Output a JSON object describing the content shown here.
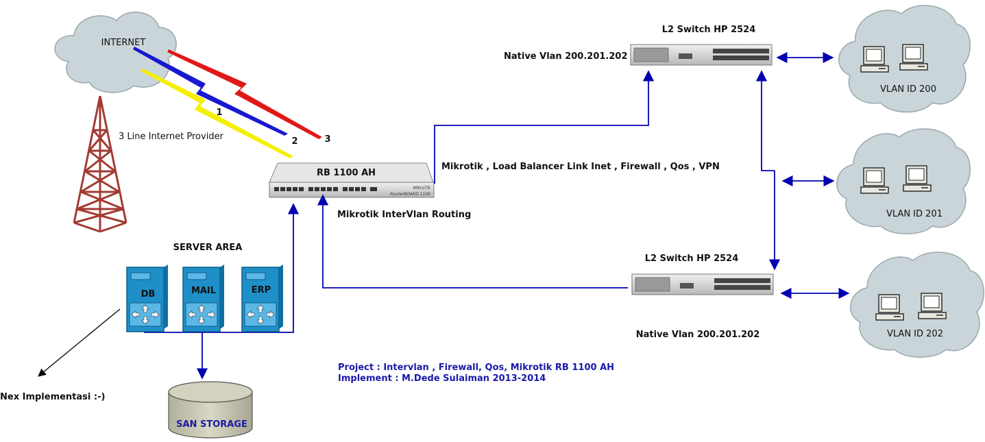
{
  "internet": {
    "label": "INTERNET"
  },
  "provider": {
    "label": "3 Line Internet Provider",
    "lines": [
      "1",
      "2",
      "3"
    ]
  },
  "router": {
    "name": "RB 1100 AH",
    "brand_small": "MikroTik",
    "model_small": "RouterBOARD 1100",
    "role_label": "Mikrotik , Load Balancer Link Inet , Firewall , Qos , VPN",
    "routing_label": "Mikrotik InterVlan Routing"
  },
  "switches": [
    {
      "title": "L2 Switch HP 2524",
      "native_vlan": "Native Vlan 200.201.202"
    },
    {
      "title": "L2 Switch HP 2524",
      "native_vlan": "Native Vlan 200.201.202"
    }
  ],
  "vlans": [
    {
      "label": "VLAN ID 200"
    },
    {
      "label": "VLAN ID 201"
    },
    {
      "label": "VLAN ID 202"
    }
  ],
  "server_area": {
    "title": "SERVER AREA",
    "servers": [
      {
        "label": "DB"
      },
      {
        "label": "MAIL"
      },
      {
        "label": "ERP"
      }
    ]
  },
  "storage": {
    "label": "SAN STORAGE"
  },
  "next": {
    "label": "Nex Implementasi :-)"
  },
  "project": {
    "line1": "Project : Intervlan , Firewall, Qos, Mikrotik RB 1100 AH",
    "line2": "Implement : M.Dede Sulaiman 2013-2014"
  },
  "colors": {
    "link_blue": "#0000b0",
    "cloud_fill": "#c9d5d8",
    "server_blue": "#1f8fc8",
    "tower_red": "#a23a32",
    "line_red": "#e01818",
    "line_blue": "#1818d0",
    "line_yellow": "#f5f000"
  }
}
